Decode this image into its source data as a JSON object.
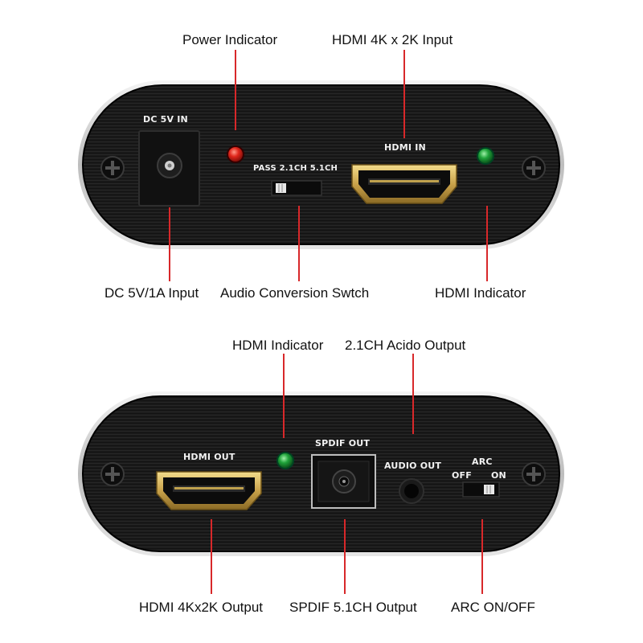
{
  "callouts": {
    "top_power_indicator": "Power Indicator",
    "top_hdmi_input": "HDMI 4K x 2K Input",
    "top_dc_input": "DC 5V/1A Input",
    "top_audio_switch": "Audio Conversion Swtch",
    "top_hdmi_indicator": "HDMI Indicator",
    "bottom_hdmi_indicator": "HDMI Indicator",
    "bottom_21ch_output": "2.1CH Acido Output",
    "bottom_hdmi_output": "HDMI 4Kx2K Output",
    "bottom_spdif_output": "SPDIF 5.1CH Output",
    "bottom_arc": "ARC ON/OFF"
  },
  "front_panel": {
    "dc_label": "DC 5V IN",
    "switch_label": "PASS 2.1CH 5.1CH",
    "hdmi_in_label": "HDMI IN"
  },
  "rear_panel": {
    "hdmi_out_label": "HDMI OUT",
    "spdif_label": "SPDIF OUT",
    "audio_out_label": "AUDIO OUT",
    "arc_label": "ARC",
    "arc_off_label": "OFF",
    "arc_on_label": "ON"
  },
  "colors": {
    "leader_line": "#d8282a",
    "power_led": "#e0261b",
    "hdmi_led": "#1fa33a",
    "hdmi_port_gold": "#c9a24a",
    "housing": "#1b1b1b"
  }
}
